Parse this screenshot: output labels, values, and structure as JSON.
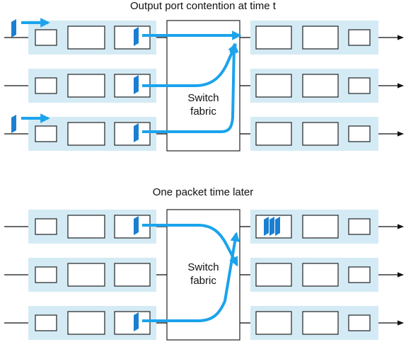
{
  "colors": {
    "port_bg": "#d4ebf5",
    "packet": "#1a7fd0",
    "arrow": "#1ba3ec",
    "line": "#111111",
    "box_stroke": "#222222",
    "box_fill": "#ffffff"
  },
  "panel_top": {
    "title": "Output port contention at time t",
    "fabric_label_line1": "Switch",
    "fabric_label_line2": "fabric"
  },
  "panel_bottom": {
    "title": "One packet time later",
    "fabric_label_line1": "Switch",
    "fabric_label_line2": "fabric"
  }
}
